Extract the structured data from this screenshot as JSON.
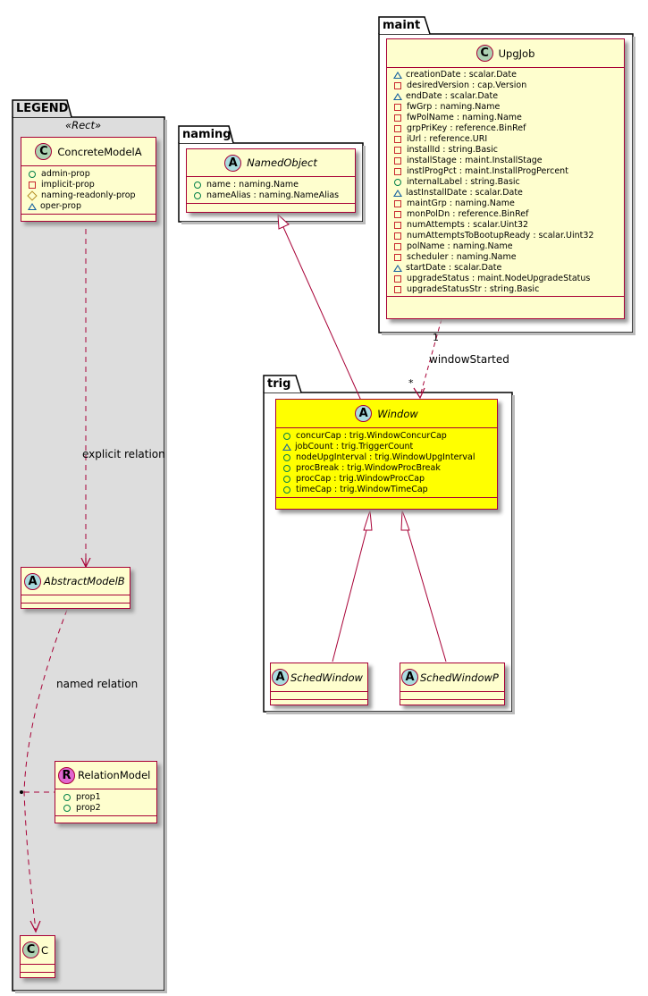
{
  "colors": {
    "class_fill": "#FEFECE",
    "class_border": "#A80036",
    "highlight_fill": "#FFFF00",
    "legend_fill": "#DDDDDD",
    "public_icon": "#038048",
    "private_icon": "#C82930",
    "package_icon": "#1963A0",
    "protected_icon": "#B38D22"
  },
  "packages": {
    "legend": {
      "name": "LEGEND",
      "stereotype": "«Rect»"
    },
    "naming": {
      "name": "naming"
    },
    "maint": {
      "name": "maint"
    },
    "trig": {
      "name": "trig"
    }
  },
  "classes": {
    "concrete_model_a": {
      "badge": "C",
      "name": "ConcreteModelA",
      "attributes": [
        {
          "vis": "public",
          "text": "admin-prop"
        },
        {
          "vis": "private",
          "text": "implicit-prop"
        },
        {
          "vis": "protected",
          "text": "naming-readonly-prop"
        },
        {
          "vis": "package",
          "text": "oper-prop"
        }
      ]
    },
    "abstract_model_b": {
      "badge": "A",
      "name": "AbstractModelB"
    },
    "relation_model": {
      "badge": "R",
      "name": "RelationModel",
      "attributes": [
        {
          "vis": "public",
          "text": "prop1"
        },
        {
          "vis": "public",
          "text": "prop2"
        }
      ]
    },
    "c": {
      "badge": "C",
      "name": "C"
    },
    "named_object": {
      "badge": "A",
      "name": "NamedObject",
      "attributes": [
        {
          "vis": "public",
          "text": "name : naming.Name"
        },
        {
          "vis": "public",
          "text": "nameAlias : naming.NameAlias"
        }
      ]
    },
    "upg_job": {
      "badge": "C",
      "name": "UpgJob",
      "attributes": [
        {
          "vis": "package",
          "text": "creationDate : scalar.Date"
        },
        {
          "vis": "private",
          "text": "desiredVersion : cap.Version"
        },
        {
          "vis": "package",
          "text": "endDate : scalar.Date"
        },
        {
          "vis": "private",
          "text": "fwGrp : naming.Name"
        },
        {
          "vis": "private",
          "text": "fwPolName : naming.Name"
        },
        {
          "vis": "private",
          "text": "grpPriKey : reference.BinRef"
        },
        {
          "vis": "private",
          "text": "iUrl : reference.URI"
        },
        {
          "vis": "private",
          "text": "installId : string.Basic"
        },
        {
          "vis": "private",
          "text": "installStage : maint.InstallStage"
        },
        {
          "vis": "private",
          "text": "instlProgPct : maint.InstallProgPercent"
        },
        {
          "vis": "public",
          "text": "internalLabel : string.Basic"
        },
        {
          "vis": "package",
          "text": "lastInstallDate : scalar.Date"
        },
        {
          "vis": "private",
          "text": "maintGrp : naming.Name"
        },
        {
          "vis": "private",
          "text": "monPolDn : reference.BinRef"
        },
        {
          "vis": "private",
          "text": "numAttempts : scalar.Uint32"
        },
        {
          "vis": "private",
          "text": "numAttemptsToBootupReady : scalar.Uint32"
        },
        {
          "vis": "private",
          "text": "polName : naming.Name"
        },
        {
          "vis": "private",
          "text": "scheduler : naming.Name"
        },
        {
          "vis": "package",
          "text": "startDate : scalar.Date"
        },
        {
          "vis": "private",
          "text": "upgradeStatus : maint.NodeUpgradeStatus"
        },
        {
          "vis": "private",
          "text": "upgradeStatusStr : string.Basic"
        }
      ]
    },
    "window": {
      "badge": "A",
      "name": "Window",
      "attributes": [
        {
          "vis": "public",
          "text": "concurCap : trig.WindowConcurCap"
        },
        {
          "vis": "package",
          "text": "jobCount : trig.TriggerCount"
        },
        {
          "vis": "public",
          "text": "nodeUpgInterval : trig.WindowUpgInterval"
        },
        {
          "vis": "public",
          "text": "procBreak : trig.WindowProcBreak"
        },
        {
          "vis": "public",
          "text": "procCap : trig.WindowProcCap"
        },
        {
          "vis": "public",
          "text": "timeCap : trig.WindowTimeCap"
        }
      ]
    },
    "sched_window": {
      "badge": "A",
      "name": "SchedWindow"
    },
    "sched_window_p": {
      "badge": "A",
      "name": "SchedWindowP"
    }
  },
  "relations": {
    "explicit": {
      "label": "explicit relation"
    },
    "named": {
      "label": "named relation"
    },
    "window_started": {
      "label": "windowStarted",
      "source_mult": "1",
      "target_mult": "*"
    }
  }
}
